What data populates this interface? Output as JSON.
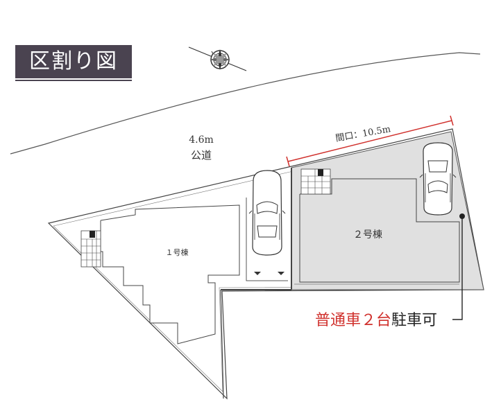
{
  "title": "区割り図",
  "road": {
    "width": "4.6m",
    "name": "公道"
  },
  "frontage": "間口：10.5m",
  "buildings": [
    {
      "name": "１号棟"
    },
    {
      "name": "２号棟"
    }
  ],
  "parking": {
    "highlight": "普通車２台",
    "rest": "駐車可"
  },
  "colors": {
    "title_bg": "#4a4350",
    "accent_red": "#d0312d",
    "lot2_fill": "#e0e0e0"
  },
  "icons": [
    "compass-rose-icon",
    "car-icon",
    "meter-box-icon"
  ]
}
